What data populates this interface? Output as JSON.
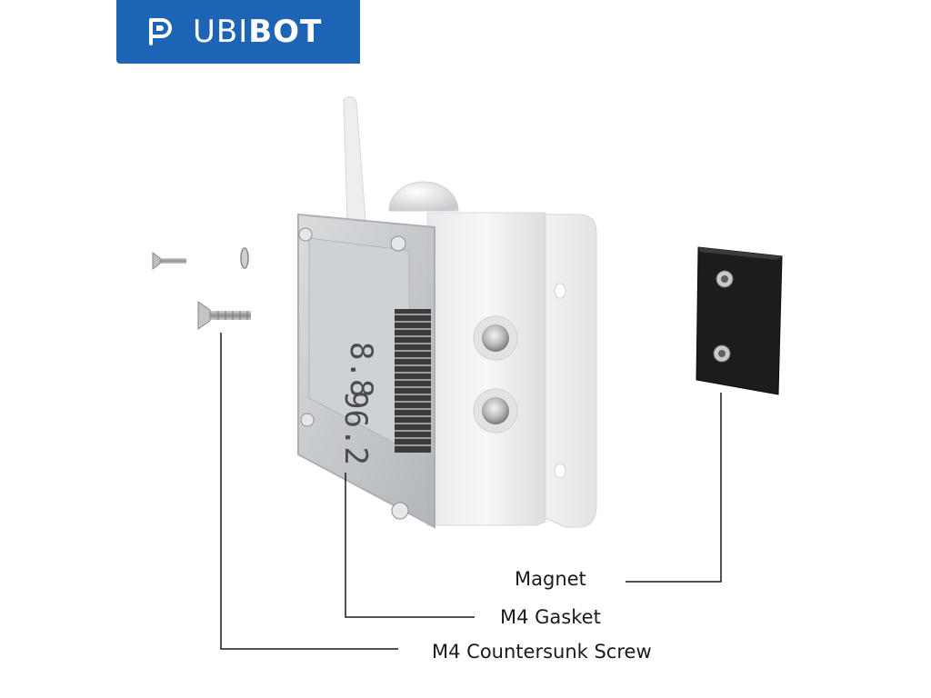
{
  "brand": {
    "logo_prefix": "UBI",
    "logo_suffix": "BOT",
    "color": "#1e64b4"
  },
  "callouts": {
    "magnet": "Magnet",
    "gasket": "M4 Gasket",
    "screw": "M4 Countersunk Screw"
  },
  "display": {
    "top_reading": "8.8",
    "bottom_reading": "96.2"
  },
  "icons": [
    "logo-mark-icon",
    "antenna-icon",
    "screw-icon",
    "gasket-icon",
    "magnet-icon"
  ]
}
